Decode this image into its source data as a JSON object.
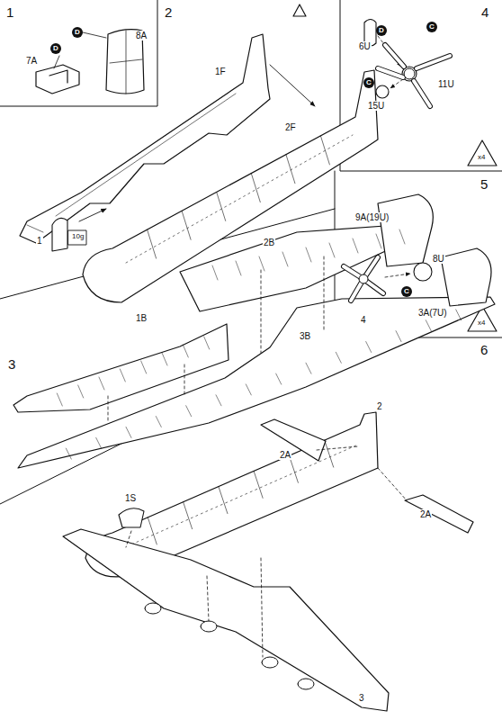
{
  "diagram": {
    "nodes": [
      {
        "text": [
          "1"
        ]
      },
      {
        "text": [
          "2"
        ]
      },
      {
        "text": [
          "4"
        ]
      },
      {
        "text": [
          "3"
        ]
      },
      {
        "text": [
          "5"
        ]
      },
      {
        "text": [
          "6"
        ]
      }
    ],
    "labels": [
      "D",
      "8A",
      "D",
      "7A",
      "1F",
      "2F",
      "1",
      "10g",
      "D",
      "6U",
      "C",
      "11U",
      "C",
      "15U",
      "x4",
      "2B",
      "9A(19U)",
      "8U",
      "C",
      "3A(7U)",
      "4",
      "x4",
      "1B",
      "3B",
      "2",
      "2A",
      "2A",
      "1S",
      "3"
    ]
  }
}
